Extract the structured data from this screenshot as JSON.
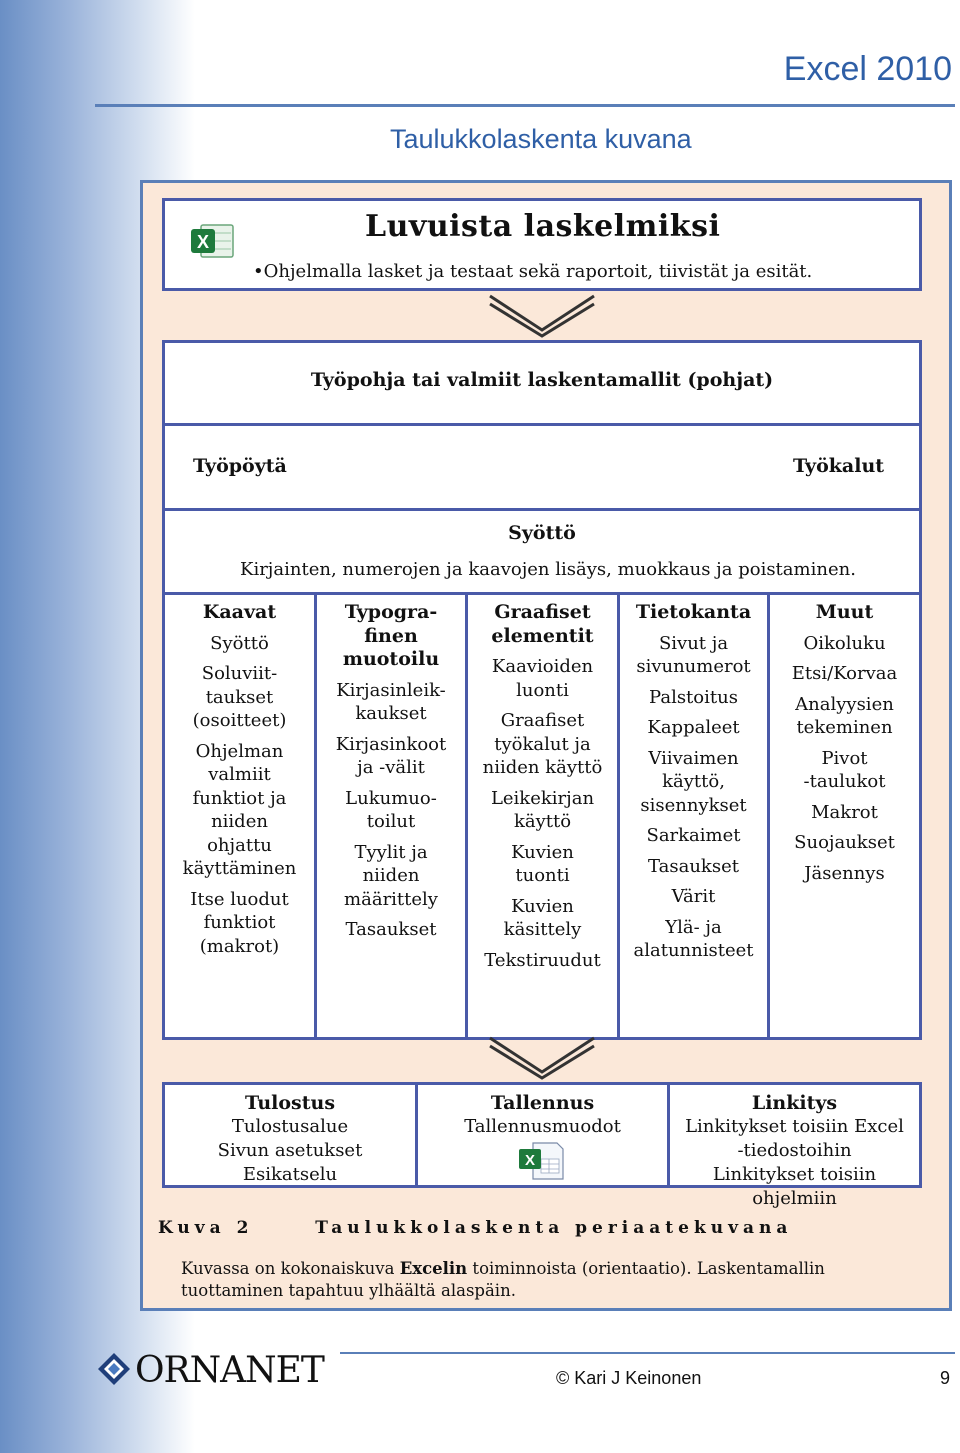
{
  "header": {
    "doc_title": "Excel 2010",
    "subtitle": "Taulukkolaskenta kuvana"
  },
  "figure": {
    "top_box": {
      "title": "Luvuista laskelmiksi",
      "subtitle": "•Ohjelmalla lasket ja testaat sekä raportoit, tiivistät ja esität."
    },
    "main_box": {
      "template_row": "Työpohja tai valmiit laskentamallit (pohjat)",
      "desktop_label": "Työpöytä",
      "tools_label": "Työkalut",
      "input_heading": "Syöttö",
      "input_text": "Kirjainten, numerojen ja kaavojen lisäys, muokkaus ja poistaminen.",
      "columns": [
        {
          "heading": [
            "Kaavat"
          ],
          "items": [
            [
              "Syöttö"
            ],
            [
              "Soluviit-",
              "taukset",
              "(osoitteet)"
            ],
            [
              "Ohjelman",
              "valmiit",
              "funktiot ja",
              "niiden",
              "ohjattu",
              "käyttäminen"
            ],
            [
              "Itse luodut",
              "funktiot",
              "(makrot)"
            ]
          ]
        },
        {
          "heading": [
            "Typogra-",
            "finen",
            "muotoilu"
          ],
          "items": [
            [
              "Kirjasinleik-",
              "kaukset"
            ],
            [
              "Kirjasinkoot",
              "ja -välit"
            ],
            [
              "Lukumuo-",
              "toilut"
            ],
            [
              "Tyylit ja",
              "niiden",
              "määrittely"
            ],
            [
              "Tasaukset"
            ]
          ]
        },
        {
          "heading": [
            "Graafiset",
            "elementit"
          ],
          "items": [
            [
              "Kaavioiden",
              "luonti"
            ],
            [
              "Graafiset",
              "työkalut ja",
              "niiden käyttö"
            ],
            [
              "Leikekirjan",
              "käyttö"
            ],
            [
              "Kuvien",
              "tuonti"
            ],
            [
              "Kuvien",
              "käsittely"
            ],
            [
              "Tekstiruudut"
            ]
          ]
        },
        {
          "heading": [
            "Tietokanta"
          ],
          "items": [
            [
              "Sivut ja",
              "sivunumerot"
            ],
            [
              "Palstoitus"
            ],
            [
              "Kappaleet"
            ],
            [
              "Viivaimen",
              "käyttö,",
              "sisennykset"
            ],
            [
              "Sarkaimet"
            ],
            [
              "Tasaukset"
            ],
            [
              "Värit"
            ],
            [
              "Ylä- ja",
              "alatunnisteet"
            ]
          ]
        },
        {
          "heading": [
            "Muut"
          ],
          "items": [
            [
              "Oikoluku"
            ],
            [
              "Etsi/Korvaa"
            ],
            [
              "Analyysien",
              "tekeminen"
            ],
            [
              "Pivot",
              "-taulukot"
            ],
            [
              "Makrot"
            ],
            [
              "Suojaukset"
            ],
            [
              "Jäsennys"
            ]
          ]
        }
      ]
    },
    "bottom_box": {
      "columns": [
        {
          "heading": "Tulostus",
          "items": [
            "Tulostusalue",
            "Sivun asetukset",
            "Esikatselu"
          ]
        },
        {
          "heading": "Tallennus",
          "items": [
            "Tallennusmuodot"
          ]
        },
        {
          "heading": "Linkitys",
          "items": [
            "Linkitykset toisiin Excel",
            "-tiedostoihin",
            "Linkitykset toisiin ohjelmiin"
          ]
        }
      ]
    },
    "caption": {
      "label": "Kuva 2",
      "label_title": "Taulukkolaskenta periaatekuvana",
      "text_before": "Kuvassa on kokonaiskuva ",
      "text_bold": "Excelin",
      "text_after": " toiminnoista (orientaatio). Laskentamallin tuottaminen tapahtuu ylhäältä alaspäin."
    }
  },
  "footer": {
    "logo_text": "ORNANET",
    "author": "© Kari J Keinonen",
    "page_number": "9"
  },
  "colors": {
    "accent_blue": "#2f5fa6",
    "box_border": "#4a5aa8",
    "figure_bg": "#fbe8d9",
    "excel_green": "#1e7a3c"
  },
  "icons": [
    "excel-icon",
    "excel-file-icon",
    "ornanet-logo-icon",
    "chevron-down-icon"
  ]
}
